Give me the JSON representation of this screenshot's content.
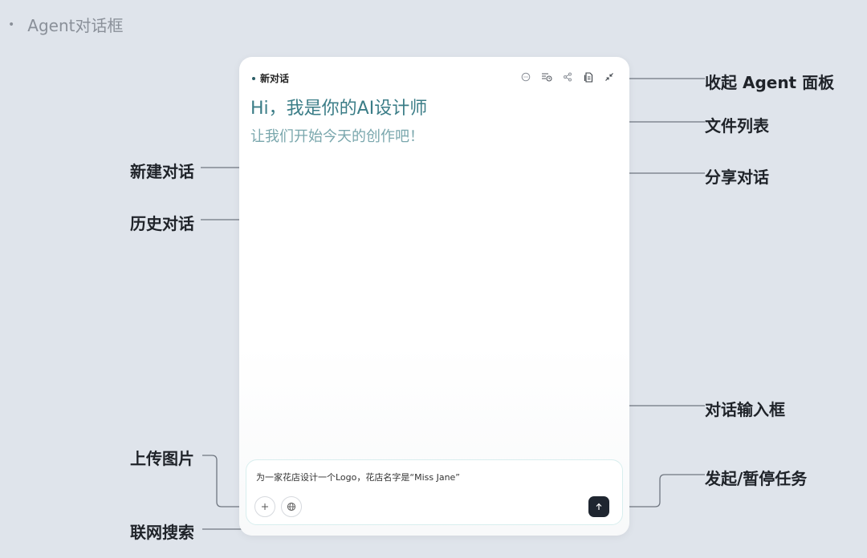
{
  "section_title": "Agent对话框",
  "panel": {
    "chat_title": "新对话",
    "greeting_line1": "Hi，我是你的AI设计师",
    "greeting_line2": "让我们开始今天的创作吧！",
    "toolbar_icons": [
      "new-chat-icon",
      "history-icon",
      "share-icon",
      "file-list-icon",
      "collapse-icon"
    ],
    "input": {
      "value": "为一家花店设计一个Logo，花店名字是“Miss Jane”"
    },
    "buttons": {
      "upload_icon": "plus-icon",
      "web_search_icon": "globe-icon",
      "send_icon": "arrow-up-icon"
    }
  },
  "callouts": {
    "collapse_panel": "收起 Agent 面板",
    "file_list": "文件列表",
    "share_chat": "分享对话",
    "new_chat": "新建对话",
    "history_chat": "历史对话",
    "chat_input": "对话输入框",
    "upload_image": "上传图片",
    "web_search": "联网搜索",
    "start_pause": "发起/暂停任务"
  },
  "colors": {
    "background": "#dfe4eb",
    "greeting": "#3b7d87",
    "greeting_sub": "#7aa7ad",
    "send_button": "#1f2630"
  }
}
